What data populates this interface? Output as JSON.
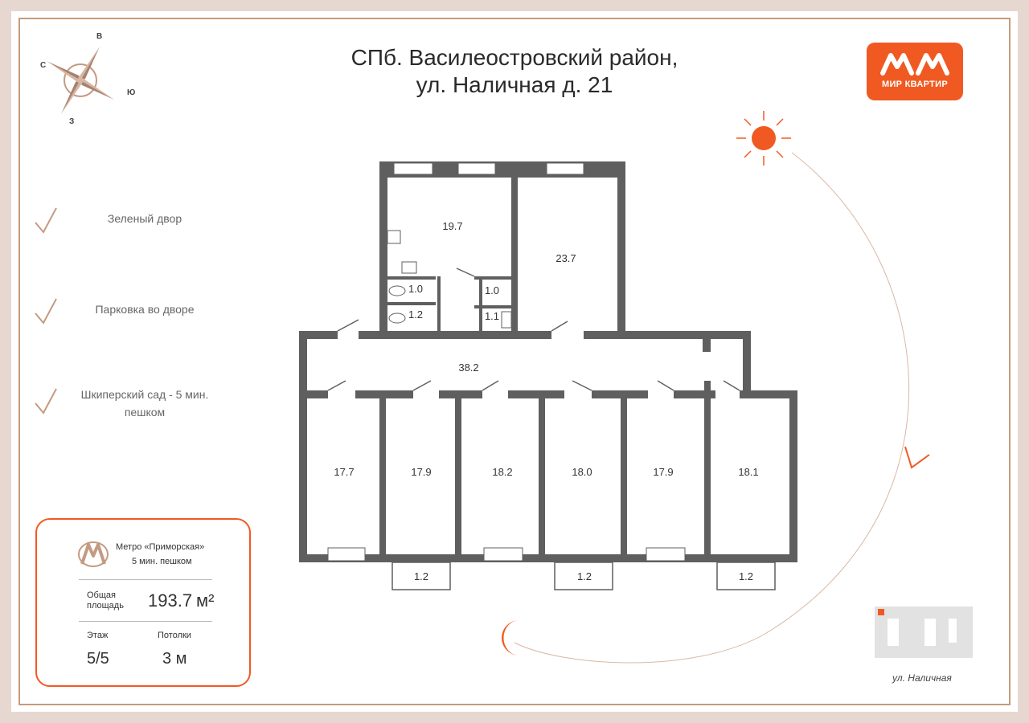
{
  "title": {
    "line1": "СПб. Василеостровский район,",
    "line2": "ул. Наличная д. 21"
  },
  "logo": {
    "text": "МИР КВАРТИР",
    "color": "#f05a22"
  },
  "compass": {
    "north": "В",
    "west": "С",
    "east": "Ю",
    "south": "З"
  },
  "features": [
    {
      "text": "Зеленый двор"
    },
    {
      "text": "Парковка во дворе"
    },
    {
      "text": "Шкиперский сад - 5 мин. пешком"
    }
  ],
  "info_card": {
    "metro_name": "Метро «Приморская»",
    "metro_walk": "5 мин. пешком",
    "area_label": "Общая площадь",
    "area_value": "193.7",
    "area_unit": "м²",
    "floor_label": "Этаж",
    "floor_value": "5/5",
    "ceiling_label": "Потолки",
    "ceiling_value": "3 м"
  },
  "rooms": {
    "kitchen": "19.7",
    "room_top_right": "23.7",
    "wc_1": "1.0",
    "wc_2": "1.2",
    "wc_3": "1.0",
    "bath": "1.1",
    "corridor": "38.2",
    "room_1": "17.7",
    "room_2": "17.9",
    "room_3": "18.2",
    "room_4": "18.0",
    "room_5": "17.9",
    "room_6": "18.1",
    "balcony_1": "1.2",
    "balcony_2": "1.2",
    "balcony_3": "1.2"
  },
  "street": "ул. Наличная",
  "colors": {
    "accent": "#f05a22",
    "wall": "#5f5f5f",
    "frame": "#c79a7a"
  }
}
